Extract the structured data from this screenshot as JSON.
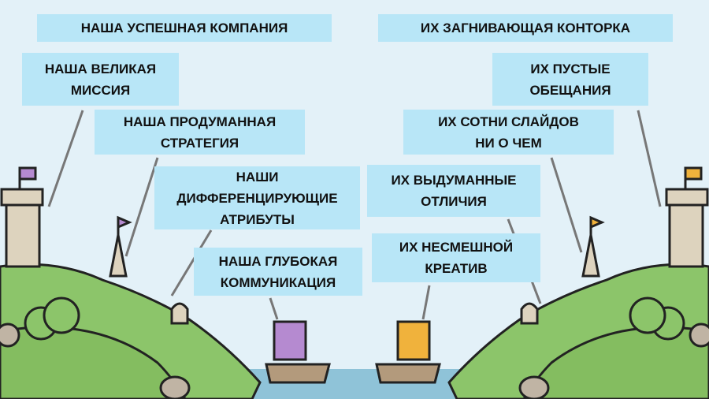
{
  "titles": {
    "ours": "НАША УСПЕШНАЯ КОМПАНИЯ",
    "theirs": "ИХ ЗАГНИВАЮЩАЯ КОНТОРКА"
  },
  "ours": {
    "mission": [
      "НАША ВЕЛИКАЯ",
      "МИССИЯ"
    ],
    "strategy": [
      "НАША ПРОДУМАННАЯ",
      "СТРАТЕГИЯ"
    ],
    "attributes": [
      "НАШИ",
      "ДИФФЕРЕНЦИРУЮЩИЕ",
      "АТРИБУТЫ"
    ],
    "communication": [
      "НАША ГЛУБОКАЯ",
      "КОММУНИКАЦИЯ"
    ]
  },
  "theirs": {
    "promises": [
      "ИХ  ПУСТЫЕ",
      "ОБЕЩАНИЯ"
    ],
    "slides": [
      "ИХ СОТНИ СЛАЙДОВ",
      "НИ О ЧЕМ"
    ],
    "differences": [
      "ИХ  ВЫДУМАННЫЕ",
      "ОТЛИЧИЯ"
    ],
    "creative": [
      "ИХ НЕСМЕШНОЙ",
      "КРЕАТИВ"
    ]
  },
  "colors": {
    "sky": "#e3f1f8",
    "label_bg": "#b8e6f7",
    "grass": "#8cc56a",
    "our_flag": "#b58ad0",
    "their_flag": "#f0b23c",
    "water": "#8fc3d8"
  }
}
